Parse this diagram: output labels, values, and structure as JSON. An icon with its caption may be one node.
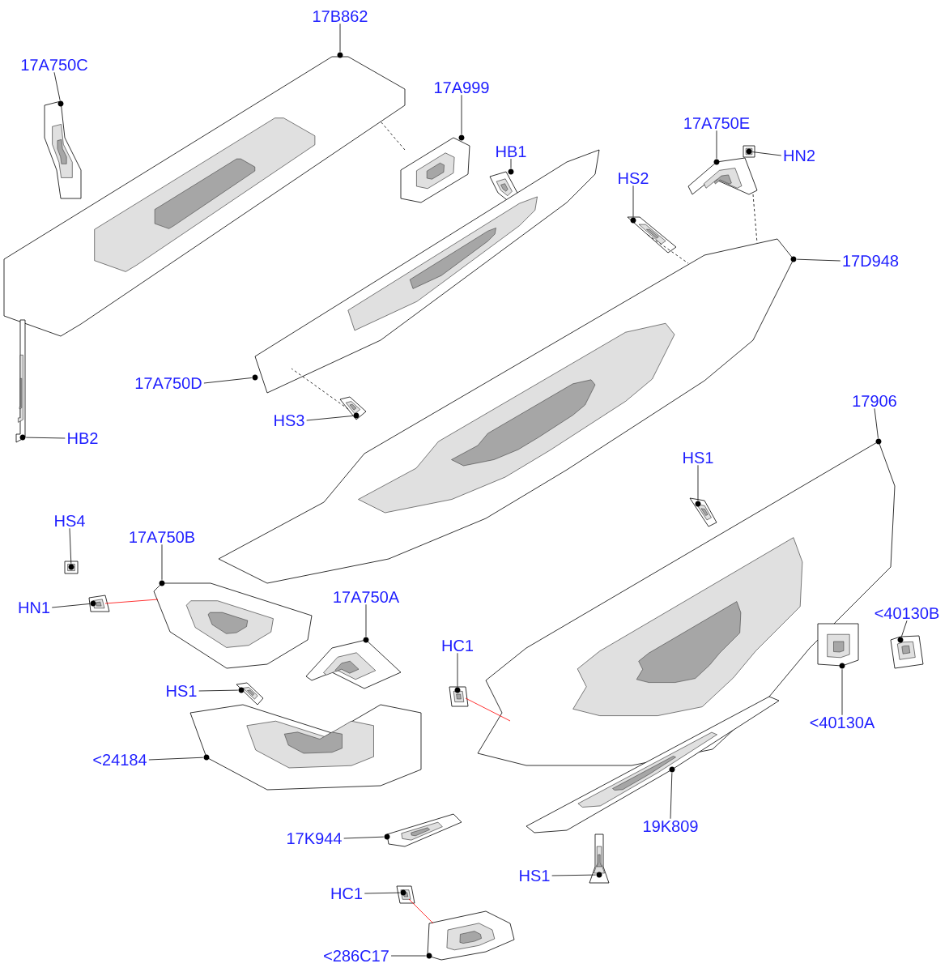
{
  "diagram": {
    "nodes": [
      {
        "text": [
          "17A750C"
        ]
      },
      {
        "text": [
          "17B862"
        ]
      },
      {
        "text": [
          "17A999"
        ]
      },
      {
        "text": [
          "HB1"
        ]
      },
      {
        "text": [
          "17A750E"
        ]
      },
      {
        "text": [
          "HN2"
        ]
      },
      {
        "text": [
          "HS2"
        ]
      },
      {
        "text": [
          "17D948"
        ]
      },
      {
        "text": [
          "17A750D"
        ]
      },
      {
        "text": [
          "HS3"
        ]
      },
      {
        "text": [
          "HB2"
        ]
      },
      {
        "text": [
          "17906"
        ]
      },
      {
        "text": [
          "HS1"
        ]
      },
      {
        "text": [
          "HS4"
        ]
      },
      {
        "text": [
          "17A750B"
        ]
      },
      {
        "text": [
          "HN1"
        ]
      },
      {
        "text": [
          "17A750A"
        ]
      },
      {
        "text": [
          "HC1"
        ]
      },
      {
        "text": [
          "<40130B"
        ]
      },
      {
        "text": [
          "<40130A"
        ]
      },
      {
        "text": [
          "HS1"
        ]
      },
      {
        "text": [
          "<24184"
        ]
      },
      {
        "text": [
          "19K809"
        ]
      },
      {
        "text": [
          "17K944"
        ]
      },
      {
        "text": [
          "HS1"
        ]
      },
      {
        "text": [
          "HC1"
        ]
      },
      {
        "text": [
          "<286C17"
        ]
      },
      {
        "text": [],
        "shape": "picture"
      },
      {
        "text": [],
        "shape": "picture"
      },
      {
        "text": [],
        "shape": "picture"
      },
      {
        "text": [],
        "shape": "picture"
      },
      {
        "text": [],
        "shape": "picture"
      },
      {
        "text": [],
        "shape": "picture"
      },
      {
        "text": [],
        "shape": "picture"
      },
      {
        "text": [],
        "shape": "picture"
      },
      {
        "text": [],
        "shape": "picture"
      },
      {
        "text": [],
        "shape": "picture"
      },
      {
        "text": [],
        "shape": "picture"
      },
      {
        "text": [],
        "shape": "picture"
      },
      {
        "text": [],
        "shape": "picture"
      },
      {
        "text": [],
        "shape": "picture"
      },
      {
        "text": [],
        "shape": "picture"
      },
      {
        "text": [],
        "shape": "picture"
      },
      {
        "text": [],
        "shape": "picture"
      },
      {
        "text": [],
        "shape": "picture"
      },
      {
        "text": [],
        "shape": "picture"
      },
      {
        "text": [],
        "shape": "picture"
      },
      {
        "text": [],
        "shape": "picture"
      },
      {
        "text": [],
        "shape": "picture"
      },
      {
        "text": [],
        "shape": "picture"
      },
      {
        "text": [],
        "shape": "picture"
      },
      {
        "text": [],
        "shape": "picture"
      },
      {
        "text": [],
        "shape": "picture"
      },
      {
        "text": [],
        "shape": "picture"
      }
    ],
    "edges": [
      {
        "from": 0,
        "to": 27,
        "arrow": "none"
      },
      {
        "from": 1,
        "to": 28,
        "arrow": "none"
      },
      {
        "from": 2,
        "to": 29,
        "arrow": "none"
      },
      {
        "from": 3,
        "to": 30,
        "arrow": "none"
      },
      {
        "from": 4,
        "to": 31,
        "arrow": "none"
      },
      {
        "from": 5,
        "to": 32,
        "arrow": "none"
      },
      {
        "from": 6,
        "to": 33,
        "arrow": "none"
      },
      {
        "from": 7,
        "to": 34,
        "arrow": "none"
      },
      {
        "from": 8,
        "to": 35,
        "arrow": "none"
      },
      {
        "from": 9,
        "to": 36,
        "arrow": "none"
      },
      {
        "from": 10,
        "to": 37,
        "arrow": "none"
      },
      {
        "from": 11,
        "to": 38,
        "arrow": "none"
      },
      {
        "from": 12,
        "to": 39,
        "arrow": "none"
      },
      {
        "from": 13,
        "to": 40,
        "arrow": "none"
      },
      {
        "from": 14,
        "to": 41,
        "arrow": "none"
      },
      {
        "from": 15,
        "to": 42,
        "arrow": "none"
      },
      {
        "from": 16,
        "to": 43,
        "arrow": "none"
      },
      {
        "from": 17,
        "to": 44,
        "arrow": "none"
      },
      {
        "from": 18,
        "to": 45,
        "arrow": "none"
      },
      {
        "from": 19,
        "to": 46,
        "arrow": "none"
      },
      {
        "from": 20,
        "to": 47,
        "arrow": "none"
      },
      {
        "from": 21,
        "to": 48,
        "arrow": "none"
      },
      {
        "from": 22,
        "to": 49,
        "arrow": "none"
      },
      {
        "from": 23,
        "to": 50,
        "arrow": "none"
      },
      {
        "from": 24,
        "to": 51,
        "arrow": "none"
      },
      {
        "from": 25,
        "to": 52,
        "arrow": "none"
      },
      {
        "from": 26,
        "to": 53,
        "arrow": "none"
      },
      {
        "from": 42,
        "to": 41,
        "arrow": "none",
        "color": "#ff0000"
      },
      {
        "from": 44,
        "to": 38,
        "arrow": "none",
        "color": "#ff0000"
      },
      {
        "from": 52,
        "to": 53,
        "arrow": "none",
        "color": "#ff0000"
      },
      {
        "from": 36,
        "to": 35,
        "arrow": "none",
        "style": "dashed"
      },
      {
        "from": 33,
        "to": 34,
        "arrow": "none",
        "style": "dashed"
      },
      {
        "from": 31,
        "to": 34,
        "arrow": "none",
        "style": "dashed"
      },
      {
        "from": 29,
        "to": 28,
        "arrow": "none",
        "style": "dashed"
      }
    ]
  }
}
